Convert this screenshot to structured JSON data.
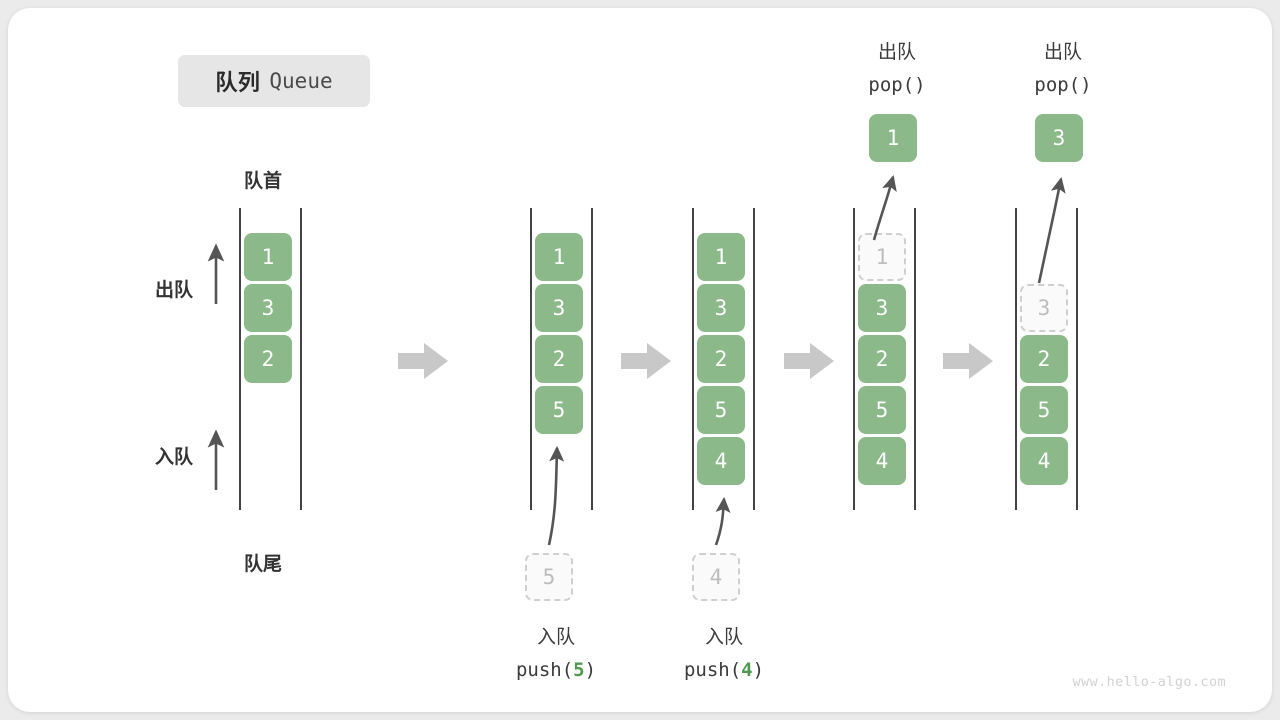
{
  "title": {
    "cn": "队列",
    "en": "Queue"
  },
  "labels": {
    "front": "队首",
    "rear": "队尾",
    "dequeue": "出队",
    "enqueue": "入队"
  },
  "watermark": "www.hello-algo.com",
  "colors": {
    "element_fill": "#8cb98a",
    "element_text": "#ffffff",
    "ghost_fill": "#fafafa",
    "ghost_border": "#cfcfcf",
    "ghost_text": "#bdbdbd",
    "rail": "#444444",
    "arrow": "#555555",
    "step_arrow": "#c8c8c8",
    "accent_number": "#4e9a4e",
    "card_bg": "#ffffff",
    "page_bg": "#ebebeb",
    "badge_bg": "#e6e6e6"
  },
  "diagram": {
    "type": "queue-operations",
    "description": "Queue push/pop operation sequence",
    "stages": [
      {
        "id": "stage-initial",
        "elements": [
          "1",
          "3",
          "2"
        ],
        "ghost": null,
        "popped": null,
        "caption_cn": null,
        "caption_code": null,
        "caption_arg": null
      },
      {
        "id": "stage-push-5",
        "elements": [
          "1",
          "3",
          "2",
          "5"
        ],
        "ghost": "5",
        "popped": null,
        "caption_cn": "入队",
        "caption_code_prefix": "push(",
        "caption_arg": "5",
        "caption_code_suffix": ")"
      },
      {
        "id": "stage-push-4",
        "elements": [
          "1",
          "3",
          "2",
          "5",
          "4"
        ],
        "ghost": "4",
        "popped": null,
        "caption_cn": "入队",
        "caption_code_prefix": "push(",
        "caption_arg": "4",
        "caption_code_suffix": ")"
      },
      {
        "id": "stage-pop-1",
        "elements": [
          "3",
          "2",
          "5",
          "4"
        ],
        "ghost": "1",
        "popped": "1",
        "caption_cn": "出队",
        "caption_code_prefix": "pop(",
        "caption_arg": "",
        "caption_code_suffix": ")"
      },
      {
        "id": "stage-pop-3",
        "elements": [
          "2",
          "5",
          "4"
        ],
        "ghost": "3",
        "popped": "3",
        "caption_cn": "出队",
        "caption_code_prefix": "pop(",
        "caption_arg": "",
        "caption_code_suffix": ")"
      }
    ]
  },
  "cells": {
    "s1_e0": "1",
    "s1_e1": "3",
    "s1_e2": "2",
    "s2_e0": "1",
    "s2_e1": "3",
    "s2_e2": "2",
    "s2_e3": "5",
    "s2_ghost": "5",
    "s3_e0": "1",
    "s3_e1": "3",
    "s3_e2": "2",
    "s3_e3": "5",
    "s3_e4": "4",
    "s3_ghost": "4",
    "s4_ghost": "1",
    "s4_e1": "3",
    "s4_e2": "2",
    "s4_e3": "5",
    "s4_e4": "4",
    "s4_pop": "1",
    "s5_ghost": "3",
    "s5_e2": "2",
    "s5_e3": "5",
    "s5_e4": "4",
    "s5_pop": "3"
  },
  "captions": {
    "push5_cn": "入队",
    "push5_open": "push(",
    "push5_num": "5",
    "push5_close": ")",
    "push4_cn": "入队",
    "push4_open": "push(",
    "push4_num": "4",
    "push4_close": ")",
    "pop1_cn": "出队",
    "pop1_code": "pop()",
    "pop3_cn": "出队",
    "pop3_code": "pop()"
  }
}
